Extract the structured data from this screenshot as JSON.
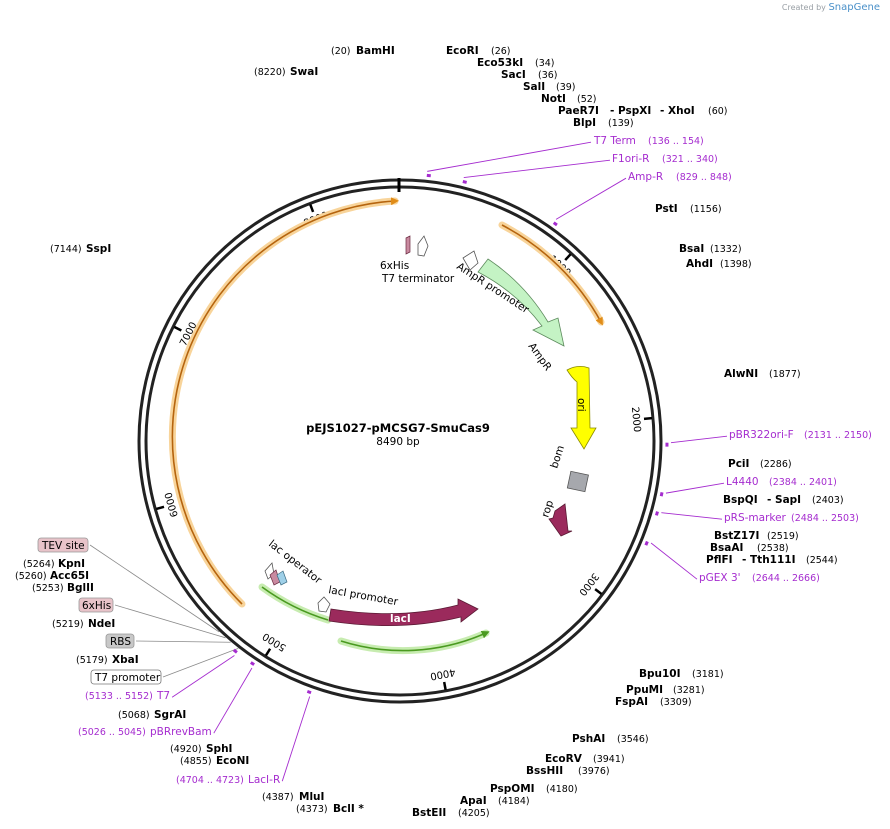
{
  "brand": {
    "prefix": "Created by",
    "name": "SnapGene"
  },
  "plasmid": {
    "name": "pEJS1027-pMCSG7-SmuCas9",
    "size_label": "8490 bp",
    "length": 8490
  },
  "ticks": [
    "1000",
    "2000",
    "3000",
    "4000",
    "5000",
    "6000",
    "7000",
    "8000"
  ],
  "enzymes": [
    {
      "name": "BamHI",
      "pos": 20,
      "pos_label": "(20)"
    },
    {
      "name": "EcoRI",
      "pos": 26,
      "pos_label": "(26)"
    },
    {
      "name": "Eco53kI",
      "pos": 34,
      "pos_label": "(34)"
    },
    {
      "name": "SacI",
      "pos": 36,
      "pos_label": "(36)"
    },
    {
      "name": "SalI",
      "pos": 39,
      "pos_label": "(39)"
    },
    {
      "name": "NotI",
      "pos": 52,
      "pos_label": "(52)"
    },
    {
      "name": "PaeR7I",
      "pos": 60,
      "pos_label": "(60)",
      "extra": [
        "- PspXI",
        "- XhoI"
      ]
    },
    {
      "name": "BlpI",
      "pos": 139,
      "pos_label": "(139)"
    },
    {
      "name": "PstI",
      "pos": 1156,
      "pos_label": "(1156)"
    },
    {
      "name": "BsaI",
      "pos": 1332,
      "pos_label": "(1332)"
    },
    {
      "name": "AhdI",
      "pos": 1398,
      "pos_label": "(1398)"
    },
    {
      "name": "AlwNI",
      "pos": 1877,
      "pos_label": "(1877)"
    },
    {
      "name": "PciI",
      "pos": 2286,
      "pos_label": "(2286)"
    },
    {
      "name": "BspQI",
      "pos": 2403,
      "pos_label": "(2403)",
      "extra": [
        "- SapI"
      ]
    },
    {
      "name": "BstZ17I",
      "pos": 2519,
      "pos_label": "(2519)"
    },
    {
      "name": "BsaAI",
      "pos": 2538,
      "pos_label": "(2538)"
    },
    {
      "name": "PflFI",
      "pos": 2544,
      "pos_label": "(2544)",
      "extra": [
        "- Tth111I"
      ]
    },
    {
      "name": "Bpu10I",
      "pos": 3181,
      "pos_label": "(3181)"
    },
    {
      "name": "PpuMI",
      "pos": 3281,
      "pos_label": "(3281)"
    },
    {
      "name": "FspAI",
      "pos": 3309,
      "pos_label": "(3309)"
    },
    {
      "name": "PshAI",
      "pos": 3546,
      "pos_label": "(3546)"
    },
    {
      "name": "EcoRV",
      "pos": 3941,
      "pos_label": "(3941)"
    },
    {
      "name": "BssHII",
      "pos": 3976,
      "pos_label": "(3976)"
    },
    {
      "name": "PspOMI",
      "pos": 4180,
      "pos_label": "(4180)"
    },
    {
      "name": "ApaI",
      "pos": 4184,
      "pos_label": "(4184)"
    },
    {
      "name": "BstEII",
      "pos": 4205,
      "pos_label": "(4205)"
    },
    {
      "name": "BclI *",
      "pos": 4373,
      "pos_label": "(4373)"
    },
    {
      "name": "MluI",
      "pos": 4387,
      "pos_label": "(4387)"
    },
    {
      "name": "EcoNI",
      "pos": 4855,
      "pos_label": "(4855)"
    },
    {
      "name": "SphI",
      "pos": 4920,
      "pos_label": "(4920)"
    },
    {
      "name": "SgrAI",
      "pos": 5068,
      "pos_label": "(5068)"
    },
    {
      "name": "XbaI",
      "pos": 5179,
      "pos_label": "(5179)"
    },
    {
      "name": "NdeI",
      "pos": 5219,
      "pos_label": "(5219)"
    },
    {
      "name": "BglII",
      "pos": 5253,
      "pos_label": "(5253)"
    },
    {
      "name": "Acc65I",
      "pos": 5260,
      "pos_label": "(5260)"
    },
    {
      "name": "KpnI",
      "pos": 5264,
      "pos_label": "(5264)"
    },
    {
      "name": "SspI",
      "pos": 7144,
      "pos_label": "(7144)"
    },
    {
      "name": "SwaI",
      "pos": 8220,
      "pos_label": "(8220)"
    }
  ],
  "primers": [
    {
      "name": "T7 Term",
      "range": "(136 .. 154)",
      "start": 136
    },
    {
      "name": "F1ori-R",
      "range": "(321 .. 340)",
      "start": 321
    },
    {
      "name": "Amp-R",
      "range": "(829 .. 848)",
      "start": 829
    },
    {
      "name": "pBR322ori-F",
      "range": "(2131 .. 2150)",
      "start": 2131
    },
    {
      "name": "L4440",
      "range": "(2384 .. 2401)",
      "start": 2384
    },
    {
      "name": "pRS-marker",
      "range": "(2484 .. 2503)",
      "start": 2484
    },
    {
      "name": "pGEX 3'",
      "range": "(2644 .. 2666)",
      "start": 2644
    },
    {
      "name": "LacI-R",
      "range": "(4704 .. 4723)",
      "start": 4704
    },
    {
      "name": "pBRrevBam",
      "range": "(5026 .. 5045)",
      "start": 5026
    },
    {
      "name": "T7",
      "range": "(5133 .. 5152)",
      "start": 5133
    }
  ],
  "boxed_features": [
    {
      "name": "TEV site",
      "color": "#e8c3c9"
    },
    {
      "name": "6xHis",
      "color": "#e8c3c9"
    },
    {
      "name": "RBS",
      "color": "#c8c8c8"
    },
    {
      "name": "T7 promoter",
      "color": "#ffffff"
    }
  ],
  "features": [
    {
      "name": "AmpR",
      "color": "#b8f0b8"
    },
    {
      "name": "AmpR promoter",
      "color": "#ffffff"
    },
    {
      "name": "ori",
      "color": "#ffff00"
    },
    {
      "name": "bom",
      "color": "#a6a8ad"
    },
    {
      "name": "rop",
      "color": "#9b2a5c"
    },
    {
      "name": "lacI",
      "color": "#9b2a5c"
    },
    {
      "name": "lacI promoter",
      "color": "#ffffff"
    },
    {
      "name": "lac operator",
      "color": "#ffffff"
    },
    {
      "name": "6xHis",
      "color": "#c98aa0"
    },
    {
      "name": "T7 terminator",
      "color": "#ffffff"
    }
  ]
}
